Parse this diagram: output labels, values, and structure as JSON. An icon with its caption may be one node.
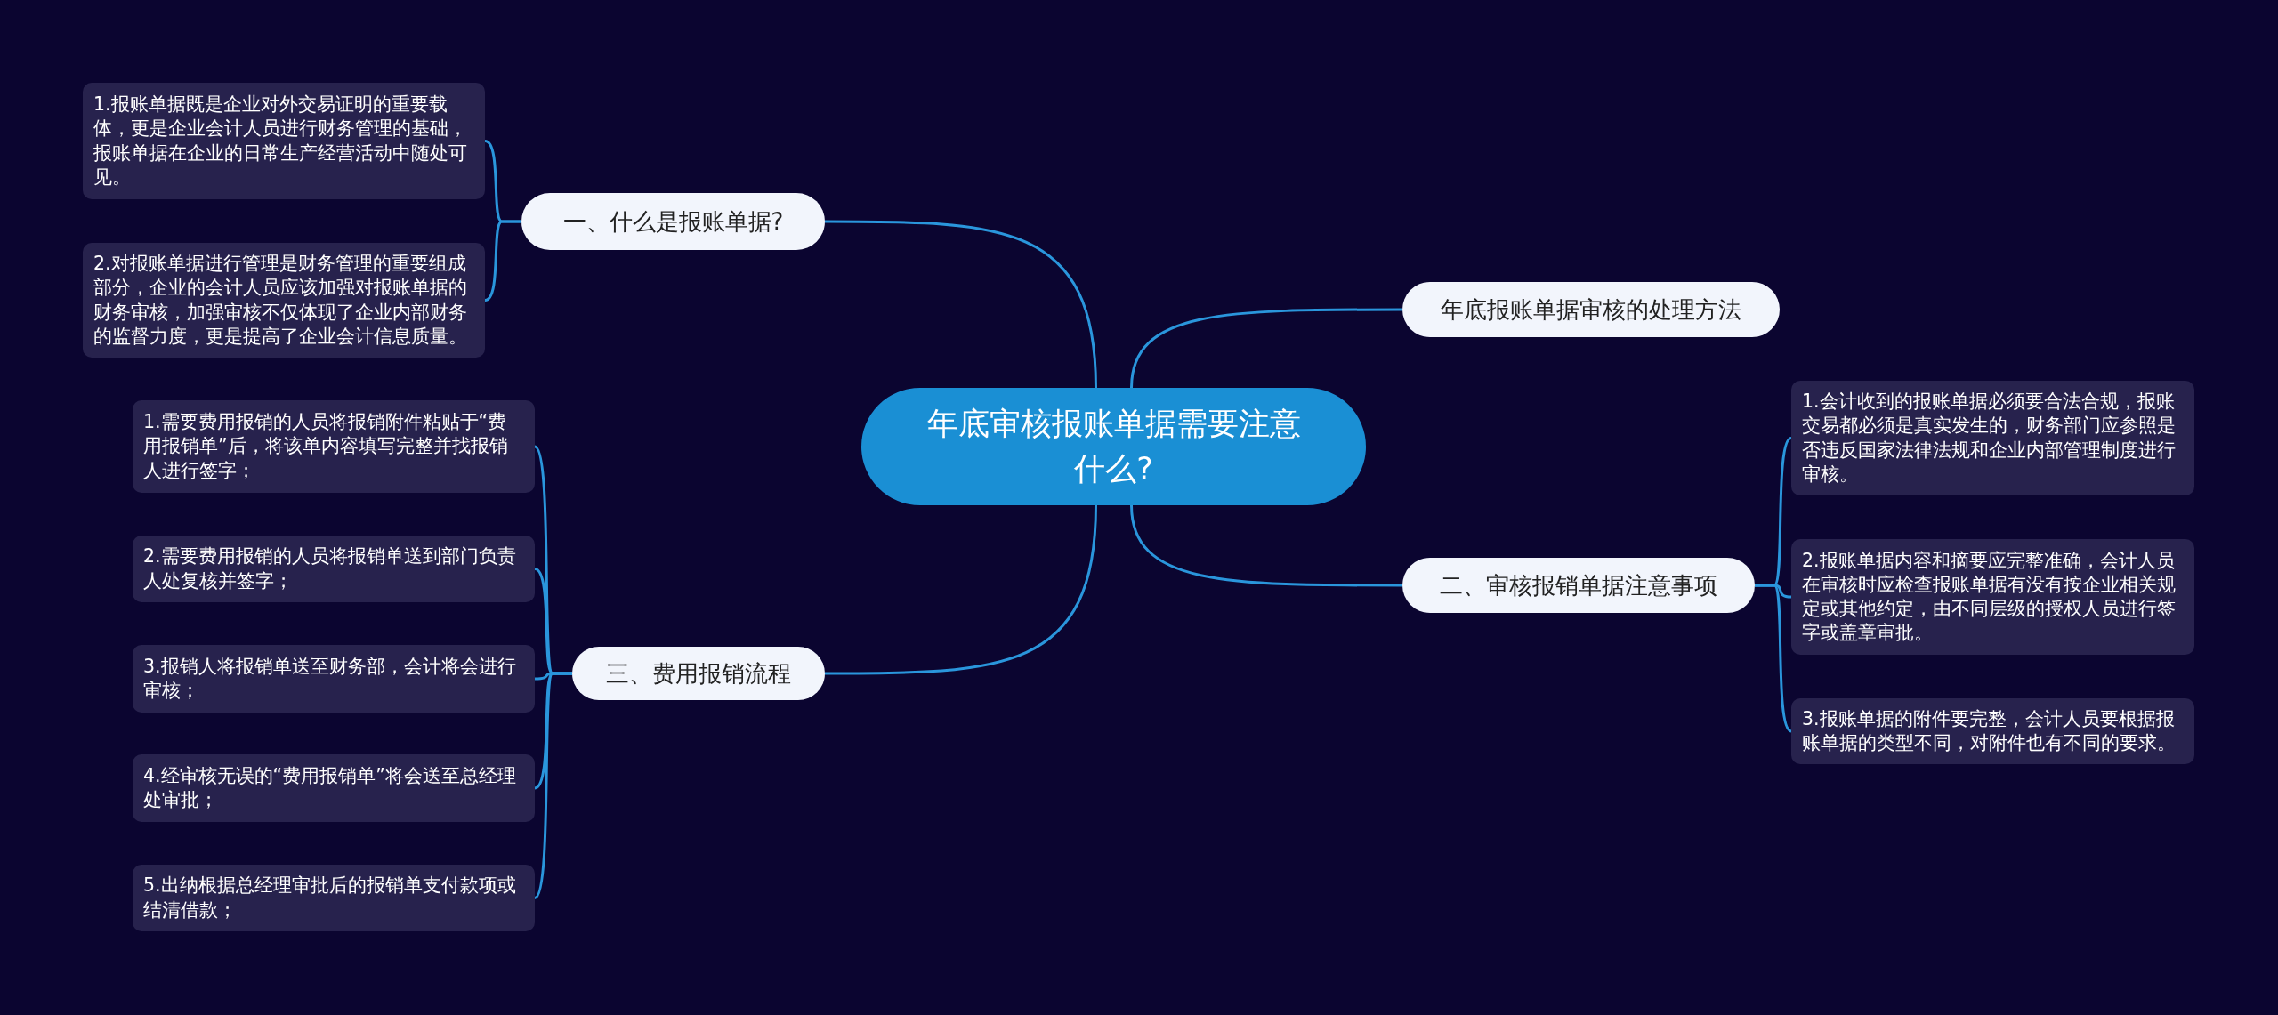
{
  "diagram": {
    "nodes": [
      {
        "text": [
          "年底审核报账单据需要注意什么?"
        ]
      },
      {
        "text": [
          "一、什么是报账单据?"
        ]
      },
      {
        "text": [
          "1.报账单据既是企业对外交易证明的重要载体，更是企业会计人员进行财务管理的基础，报账单据在企业的日常生产经营活动中随处可见。"
        ]
      },
      {
        "text": [
          "2.对报账单据进行管理是财务管理的重要组成部分，企业的会计人员应该加强对报账单据的财务审核，加强审核不仅体现了企业内部财务的监督力度，更是提高了企业会计信息质量。"
        ]
      },
      {
        "text": [
          "年底报账单据审核的处理方法"
        ]
      },
      {
        "text": [
          "二、审核报销单据注意事项"
        ]
      },
      {
        "text": [
          "1.会计收到的报账单据必须要合法合规，报账交易都必须是真实发生的，财务部门应参照是否违反国家法律法规和企业内部管理制度进行审核。"
        ]
      },
      {
        "text": [
          "2.报账单据内容和摘要应完整准确，会计人员在审核时应检查报账单据有没有按企业相关规定或其他约定，由不同层级的授权人员进行签字或盖章审批。"
        ]
      },
      {
        "text": [
          "3.报账单据的附件要完整，会计人员要根据报账单据的类型不同，对附件也有不同的要求。"
        ]
      },
      {
        "text": [
          "三、费用报销流程"
        ]
      },
      {
        "text": [
          "1.需要费用报销的人员将报销附件粘贴于“费用报销单”后，将该单内容填写完整并找报销人进行签字；"
        ]
      },
      {
        "text": [
          "2.需要费用报销的人员将报销单送到部门负责人处复核并签字；"
        ]
      },
      {
        "text": [
          "3.报销人将报销单送至财务部，会计将会进行审核；"
        ]
      },
      {
        "text": [
          "4.经审核无误的“费用报销单”将会送至总经理处审批；"
        ]
      },
      {
        "text": [
          "5.出纳根据总经理审批后的报销单支付款项或结清借款；"
        ]
      }
    ],
    "edges": [
      {
        "from": 0,
        "to": 1,
        "arrow": "none"
      },
      {
        "from": 0,
        "to": 4,
        "arrow": "none"
      },
      {
        "from": 0,
        "to": 5,
        "arrow": "none"
      },
      {
        "from": 0,
        "to": 9,
        "arrow": "none"
      },
      {
        "from": 1,
        "to": 2,
        "arrow": "none"
      },
      {
        "from": 1,
        "to": 3,
        "arrow": "none"
      },
      {
        "from": 5,
        "to": 6,
        "arrow": "none"
      },
      {
        "from": 5,
        "to": 7,
        "arrow": "none"
      },
      {
        "from": 5,
        "to": 8,
        "arrow": "none"
      },
      {
        "from": 9,
        "to": 10,
        "arrow": "none"
      },
      {
        "from": 9,
        "to": 11,
        "arrow": "none"
      },
      {
        "from": 9,
        "to": 12,
        "arrow": "none"
      },
      {
        "from": 9,
        "to": 13,
        "arrow": "none"
      },
      {
        "from": 9,
        "to": 14,
        "arrow": "none"
      }
    ]
  }
}
